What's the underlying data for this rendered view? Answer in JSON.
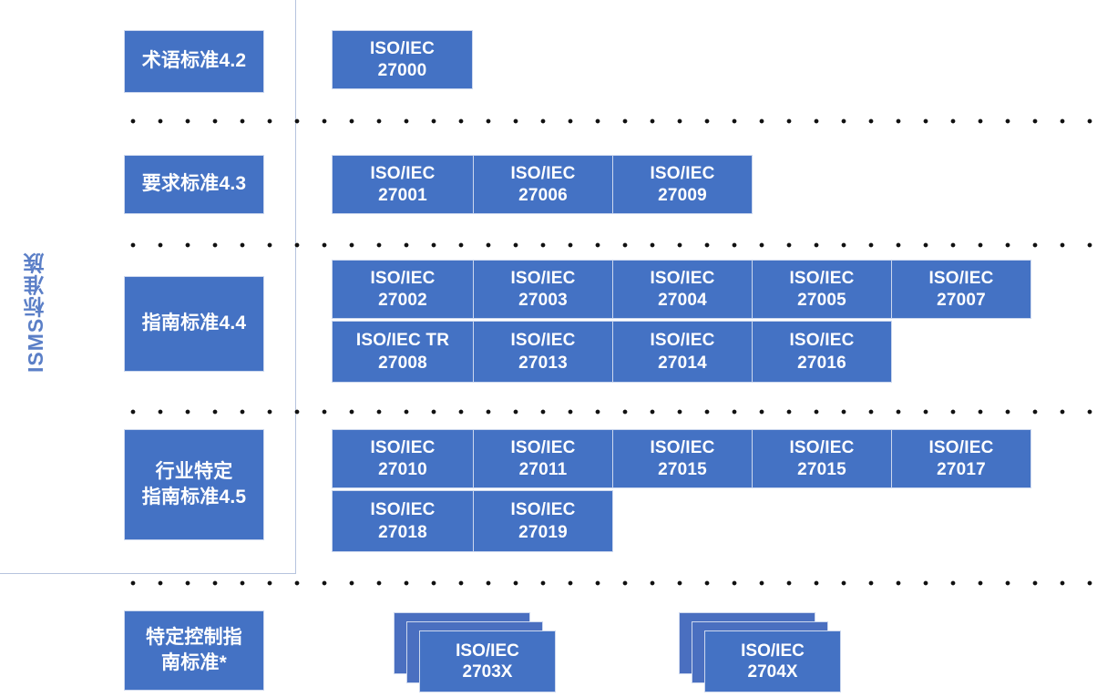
{
  "diagram": {
    "vertical_label": "ISMS标准族",
    "categories": [
      {
        "id": "terminology",
        "label_line1": "术语标准4.2",
        "label_line2": "",
        "standards": [
          {
            "line1": "ISO/IEC",
            "line2": "27000"
          }
        ]
      },
      {
        "id": "requirements",
        "label_line1": "要求标准4.3",
        "label_line2": "",
        "standards": [
          {
            "line1": "ISO/IEC",
            "line2": "27001"
          },
          {
            "line1": "ISO/IEC",
            "line2": "27006"
          },
          {
            "line1": "ISO/IEC",
            "line2": "27009"
          }
        ]
      },
      {
        "id": "guidance",
        "label_line1": "指南标准4.4",
        "label_line2": "",
        "standards_row1": [
          {
            "line1": "ISO/IEC",
            "line2": "27002"
          },
          {
            "line1": "ISO/IEC",
            "line2": "27003"
          },
          {
            "line1": "ISO/IEC",
            "line2": "27004"
          },
          {
            "line1": "ISO/IEC",
            "line2": "27005"
          },
          {
            "line1": "ISO/IEC",
            "line2": "27007"
          }
        ],
        "standards_row2": [
          {
            "line1": "ISO/IEC TR",
            "line2": "27008"
          },
          {
            "line1": "ISO/IEC",
            "line2": "27013"
          },
          {
            "line1": "ISO/IEC",
            "line2": "27014"
          },
          {
            "line1": "ISO/IEC",
            "line2": "27016"
          }
        ]
      },
      {
        "id": "sector-specific",
        "label_line1": "行业特定",
        "label_line2": "指南标准4.5",
        "standards_row1": [
          {
            "line1": "ISO/IEC",
            "line2": "27010"
          },
          {
            "line1": "ISO/IEC",
            "line2": "27011"
          },
          {
            "line1": "ISO/IEC",
            "line2": "27015"
          },
          {
            "line1": "ISO/IEC",
            "line2": "27015"
          },
          {
            "line1": "ISO/IEC",
            "line2": "27017"
          }
        ],
        "standards_row2": [
          {
            "line1": "ISO/IEC",
            "line2": "27018"
          },
          {
            "line1": "ISO/IEC",
            "line2": "27019"
          }
        ]
      },
      {
        "id": "control-specific",
        "label_line1": "特定控制指",
        "label_line2": "南标准*",
        "stacks": [
          {
            "line1": "ISO/IEC",
            "line2": "2703X",
            "ghost": "ISO/IEC"
          },
          {
            "line1": "ISO/IEC",
            "line2": "2704X",
            "ghost": "ISO/IEC"
          }
        ]
      }
    ],
    "colors": {
      "card_fill": "#4472C4",
      "card_border": "#cdd8ee",
      "stack_back_fill": "#4A6FC0",
      "outline_border": "#b6c4de",
      "vertical_label_color": "#5B7FC7",
      "dot_color": "#111111",
      "background": "#ffffff"
    }
  }
}
